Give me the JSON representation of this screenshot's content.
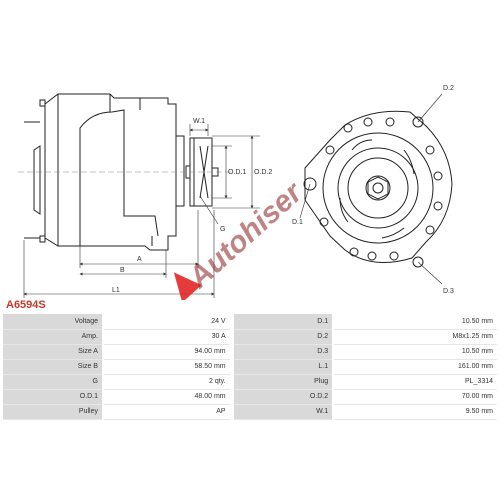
{
  "diagram": {
    "labels": {
      "w1": "W.1",
      "od1": "O.D.1",
      "od2": "O.D.2",
      "g": "G",
      "d1": "D.1",
      "d2": "D.2",
      "d3": "D.3",
      "a": "A",
      "b": "B",
      "l1": "L1"
    },
    "watermark": "Autohiser"
  },
  "part_code": "A6594S",
  "specs": [
    {
      "label1": "Voltage",
      "value1": "24 V",
      "label2": "D.1",
      "value2": "10.50 mm"
    },
    {
      "label1": "Amp.",
      "value1": "30 A",
      "label2": "D.2",
      "value2": "M8x1.25 mm"
    },
    {
      "label1": "Size A",
      "value1": "94.00 mm",
      "label2": "D.3",
      "value2": "10.50 mm"
    },
    {
      "label1": "Size B",
      "value1": "58.50 mm",
      "label2": "L.1",
      "value2": "161.00 mm"
    },
    {
      "label1": "G",
      "value1": "2 qty.",
      "label2": "Plug",
      "value2": "PL_3314"
    },
    {
      "label1": "O.D.1",
      "value1": "48.00 mm",
      "label2": "O.D.2",
      "value2": "70.00 mm"
    },
    {
      "label1": "Pulley",
      "value1": "AP",
      "label2": "W.1",
      "value2": "9.50 mm"
    }
  ]
}
